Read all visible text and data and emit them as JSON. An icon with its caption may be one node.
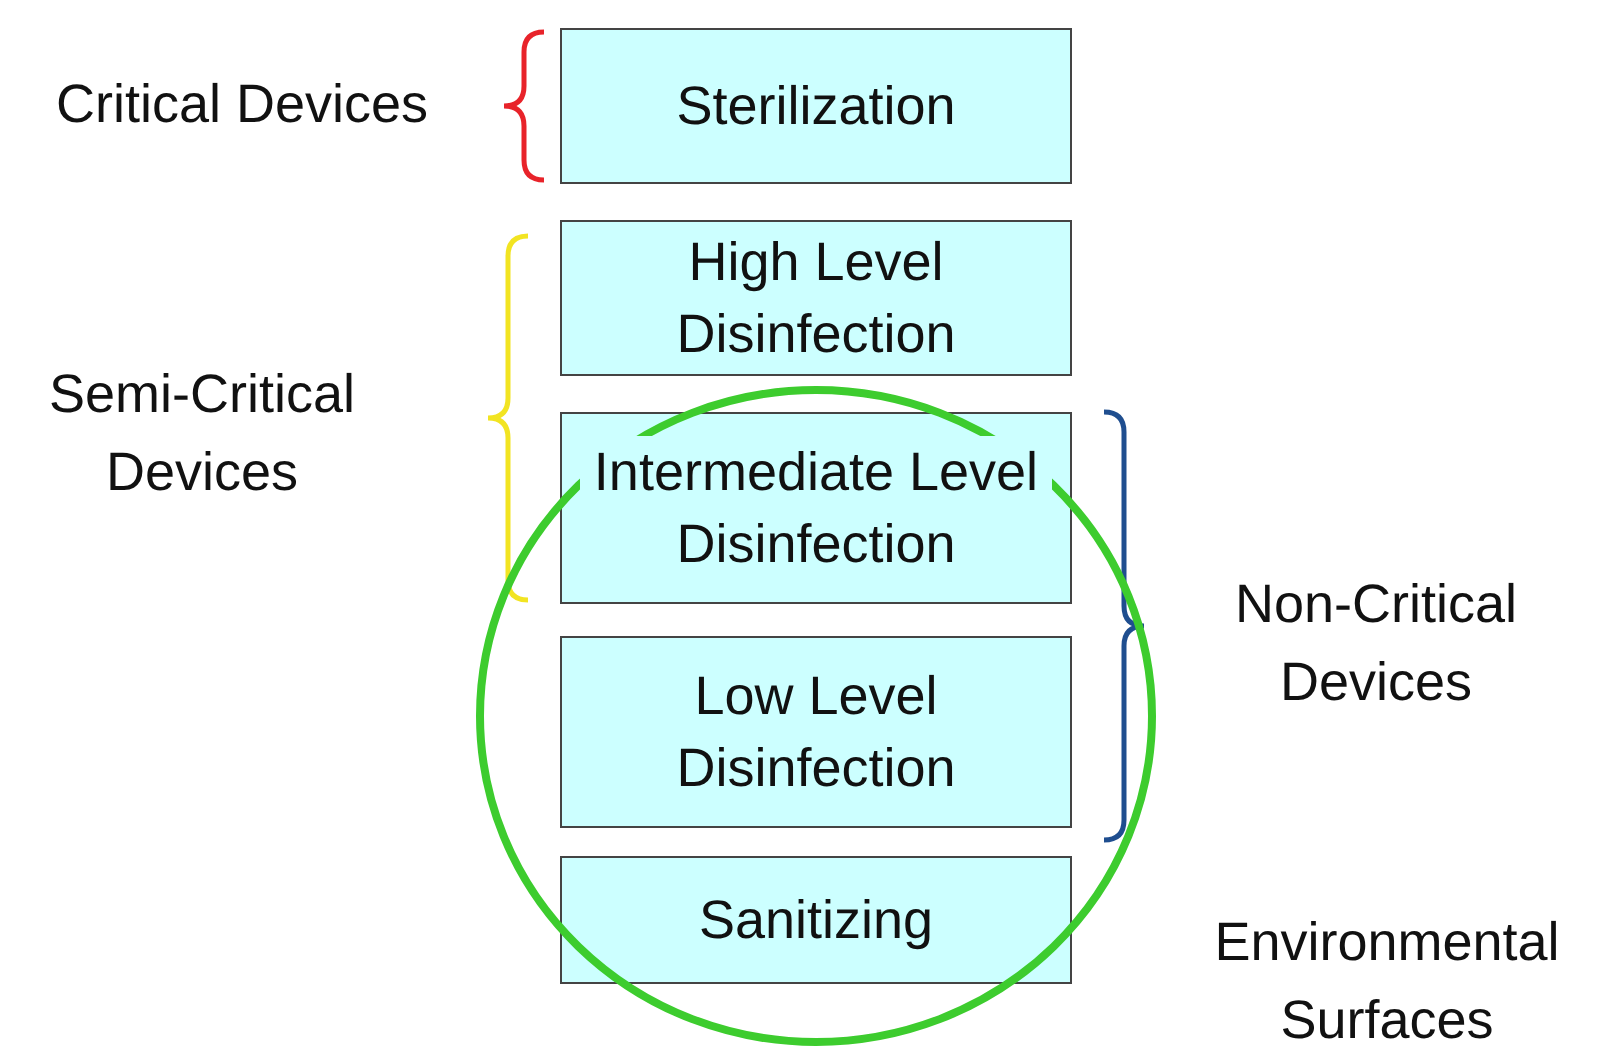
{
  "diagram": {
    "nodes": [
      {
        "text": [
          "Sterilization"
        ]
      },
      {
        "text": [
          "High Level Disinfection"
        ]
      },
      {
        "text": [
          "Intermediate Level Disinfection"
        ]
      },
      {
        "text": [
          "Low Level Disinfection"
        ]
      },
      {
        "text": [
          "Sanitizing"
        ]
      }
    ],
    "labels": [
      "Critical Devices",
      "Semi-Critical Devices",
      "Non-Critical Devices",
      "Environmental Surfaces"
    ]
  }
}
